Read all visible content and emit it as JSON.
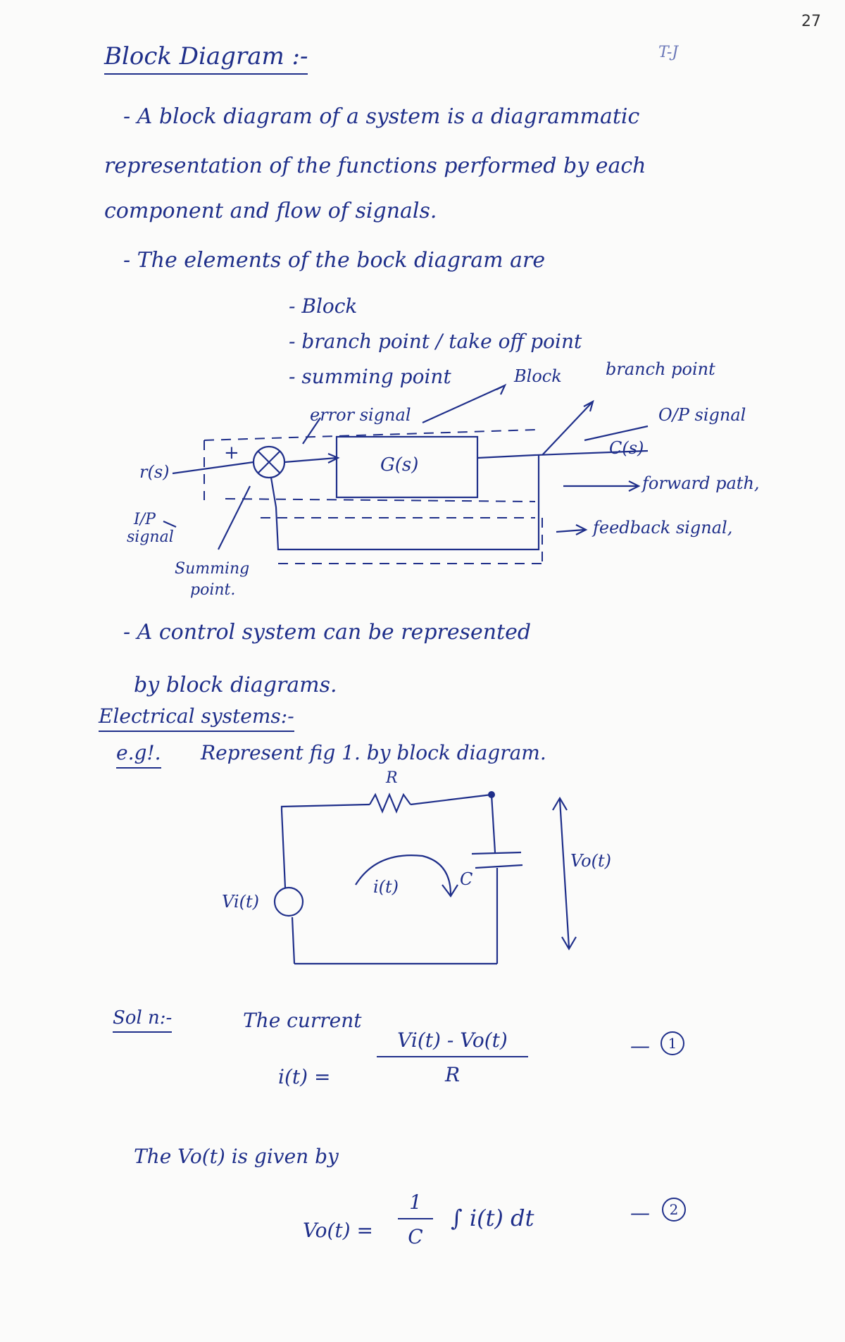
{
  "page_number": "27",
  "heading": "Block Diagram :-",
  "corner_mark": "T-J",
  "para1": {
    "l1": "- A block diagram of a system is a diagrammatic",
    "l2": "representation of the functions performed by each",
    "l3": "component and flow of signals."
  },
  "elements_intro": "- The elements of the bock diagram are",
  "elements": [
    "- Block",
    "- branch point / take off point",
    "- summing point"
  ],
  "diagram": {
    "error_signal": "error signal",
    "block_label": "Block",
    "branch_label": "branch point",
    "op_signal": "O/P signal",
    "block_text": "G(s)",
    "input": "r(s)",
    "plus": "+",
    "output": "C(s)",
    "forward": "forward path,",
    "feedback": "feedback signal,",
    "ip_signal_1": "I/P",
    "ip_signal_2": "signal",
    "summing_1": "Summing",
    "summing_2": "point."
  },
  "para2": {
    "l1": "- A control system can be represented",
    "l2": "by block diagrams."
  },
  "section2": "Electrical systems:-",
  "example": {
    "label": "e.g!.",
    "text": "Represent fig 1. by block diagram."
  },
  "circuit": {
    "R": "R",
    "C": "C",
    "i": "i(t)",
    "vi": "Vi(t)",
    "vo": "Vo(t)"
  },
  "solution": {
    "label": "Sol n:-",
    "current_intro": "The current",
    "eq1_lhs": "i(t) =",
    "eq1_num": "Vi(t) - Vo(t)",
    "eq1_den": "R",
    "eq1_tag": "1",
    "vo_intro": "The Vo(t) is given by",
    "eq2_lhs": "Vo(t) =",
    "eq2_num": "1",
    "eq2_den": "C",
    "eq2_rhs": "∫ i(t) dt",
    "eq2_tag": "2",
    "dash": "—"
  }
}
